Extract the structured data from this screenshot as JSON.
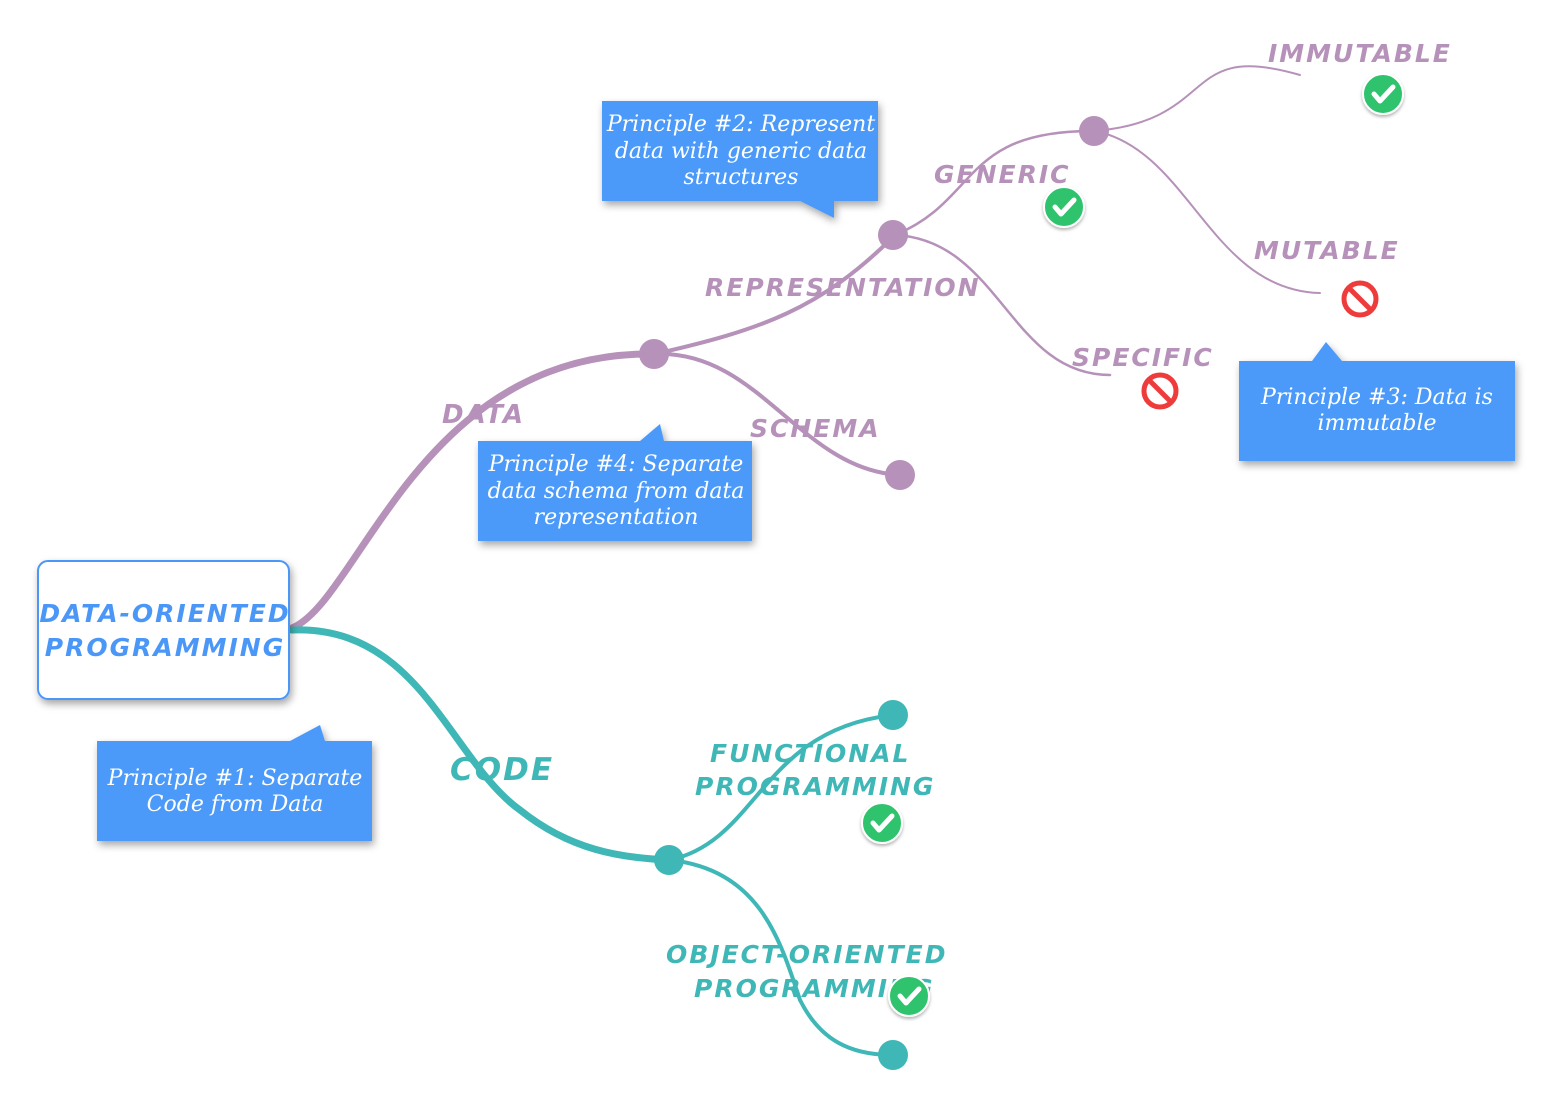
{
  "colors": {
    "data_branch": "#b691b9",
    "code_branch": "#3fb7b7",
    "root_text": "#4b97f8",
    "root_border": "#4b97f8",
    "note_fill": "#4b9afa",
    "check": "#2fc36c",
    "stop": "#ee3b3b"
  },
  "root": {
    "line1": "DATA-ORIENTED",
    "line2": "PROGRAMMING"
  },
  "branches": {
    "data": "DATA",
    "code": "CODE",
    "representation": "REPRESENTATION",
    "schema": "SCHEMA",
    "generic": "GENERIC",
    "specific": "SPECIFIC",
    "immutable": "IMMUTABLE",
    "mutable": "MUTABLE",
    "functional_1": "FUNCTIONAL",
    "functional_2": "PROGRAMMING",
    "oo_1": "OBJECT-ORIENTED",
    "oo_2": "PROGRAMMING"
  },
  "notes": {
    "p1": [
      "Principle #1: Separate",
      "Code from Data"
    ],
    "p2": [
      "Principle #2: Represent",
      "data with generic data",
      "structures"
    ],
    "p3": [
      "Principle #3: Data is",
      "immutable"
    ],
    "p4": [
      "Principle #4: Separate",
      "data schema from data",
      "representation"
    ]
  },
  "status_icons": {
    "generic": "check-icon",
    "specific": "stop-icon",
    "immutable": "check-icon",
    "mutable": "stop-icon",
    "functional": "check-icon",
    "object_oriented": "check-icon"
  }
}
